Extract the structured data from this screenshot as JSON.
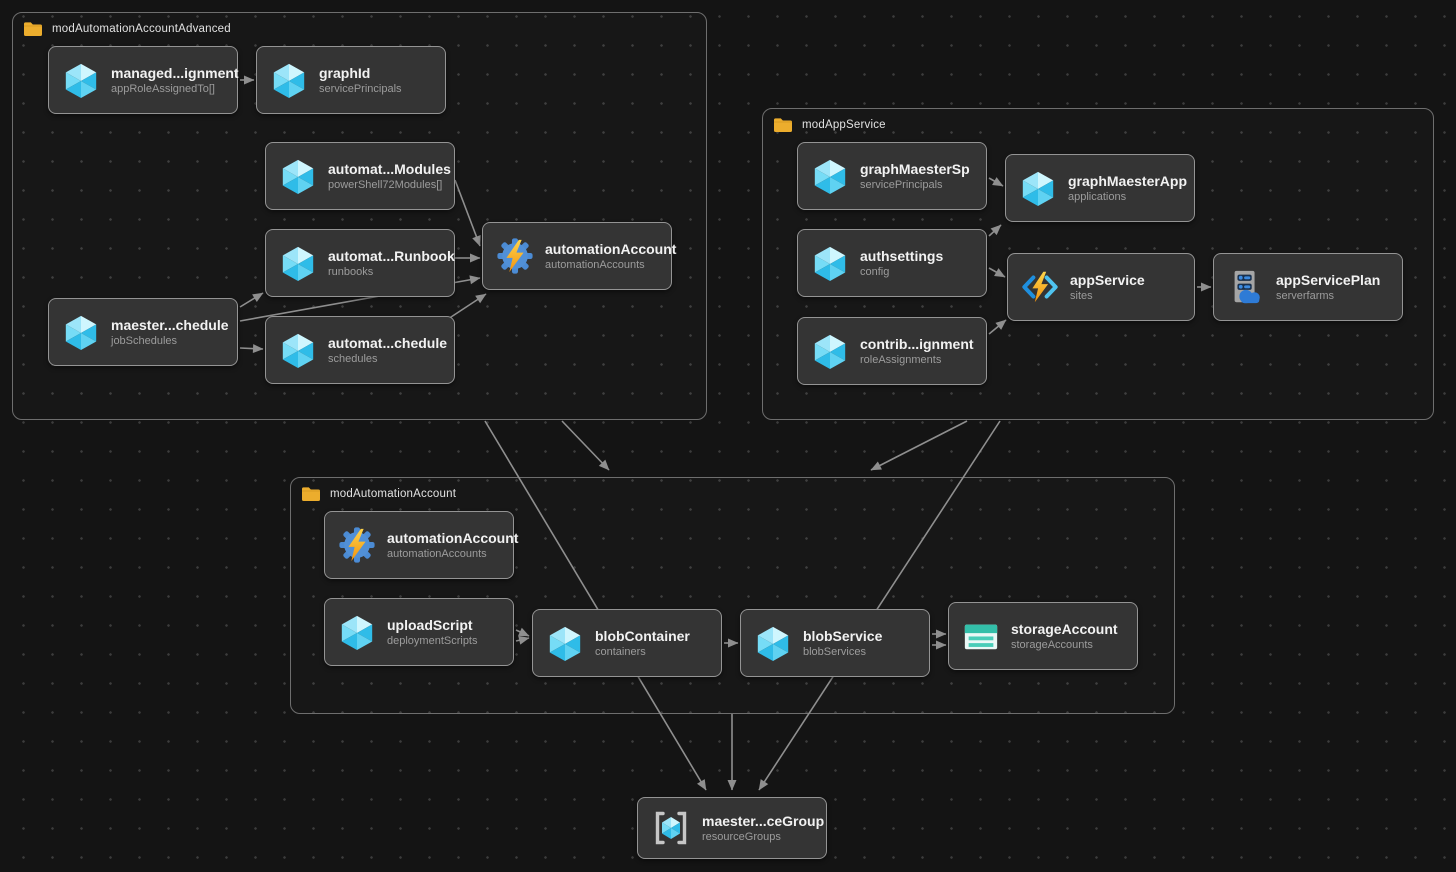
{
  "diagram": {
    "groups": [
      {
        "label": "modAutomationAccountAdvanced"
      },
      {
        "label": "modAppService"
      },
      {
        "label": "modAutomationAccount"
      }
    ],
    "nodes": [
      {
        "label": "managed...ignment",
        "sublabel": "appRoleAssignedTo[]",
        "icon": "azure-cube"
      },
      {
        "label": "graphId",
        "sublabel": "servicePrincipals",
        "icon": "azure-cube"
      },
      {
        "label": "automat...Modules",
        "sublabel": "powerShell72Modules[]",
        "icon": "azure-cube"
      },
      {
        "label": "automat...Runbook",
        "sublabel": "runbooks",
        "icon": "azure-cube"
      },
      {
        "label": "automationAccount",
        "sublabel": "automationAccounts",
        "icon": "automation-account"
      },
      {
        "label": "maester...chedule",
        "sublabel": "jobSchedules",
        "icon": "azure-cube"
      },
      {
        "label": "automat...chedule",
        "sublabel": "schedules",
        "icon": "azure-cube"
      },
      {
        "label": "graphMaesterSp",
        "sublabel": "servicePrincipals",
        "icon": "azure-cube"
      },
      {
        "label": "graphMaesterApp",
        "sublabel": "applications",
        "icon": "azure-cube"
      },
      {
        "label": "authsettings",
        "sublabel": "config",
        "icon": "azure-cube"
      },
      {
        "label": "appService",
        "sublabel": "sites",
        "icon": "app-service"
      },
      {
        "label": "appServicePlan",
        "sublabel": "serverfarms",
        "icon": "app-service-plan"
      },
      {
        "label": "contrib...ignment",
        "sublabel": "roleAssignments",
        "icon": "azure-cube"
      },
      {
        "label": "automationAccount",
        "sublabel": "automationAccounts",
        "icon": "automation-account"
      },
      {
        "label": "uploadScript",
        "sublabel": "deploymentScripts",
        "icon": "azure-cube"
      },
      {
        "label": "blobContainer",
        "sublabel": "containers",
        "icon": "azure-cube"
      },
      {
        "label": "blobService",
        "sublabel": "blobServices",
        "icon": "azure-cube"
      },
      {
        "label": "storageAccount",
        "sublabel": "storageAccounts",
        "icon": "storage-account"
      },
      {
        "label": "maester...ceGroup",
        "sublabel": "resourceGroups",
        "icon": "resource-group"
      }
    ],
    "edges": [
      {
        "from": "managed...ignment",
        "to": "graphId"
      },
      {
        "from": "automat...Modules",
        "to": "automationAccount"
      },
      {
        "from": "automat...Runbook",
        "to": "automationAccount"
      },
      {
        "from": "maester...chedule",
        "to": "automat...Runbook"
      },
      {
        "from": "maester...chedule",
        "to": "automationAccount"
      },
      {
        "from": "maester...chedule",
        "to": "automat...chedule"
      },
      {
        "from": "automat...chedule",
        "to": "automationAccount"
      },
      {
        "from": "graphMaesterSp",
        "to": "graphMaesterApp"
      },
      {
        "from": "authsettings",
        "to": "graphMaesterApp"
      },
      {
        "from": "authsettings",
        "to": "appService"
      },
      {
        "from": "contrib...ignment",
        "to": "appService"
      },
      {
        "from": "appService",
        "to": "appServicePlan"
      },
      {
        "from": "uploadScript",
        "to": "blobContainer"
      },
      {
        "from": "blobContainer",
        "to": "blobService"
      },
      {
        "from": "blobService",
        "to": "storageAccount"
      },
      {
        "from": "modAutomationAccountAdvanced",
        "to": "modAutomationAccount"
      },
      {
        "from": "modAutomationAccountAdvanced",
        "to": "maester...ceGroup"
      },
      {
        "from": "modAppService",
        "to": "modAutomationAccount"
      },
      {
        "from": "modAppService",
        "to": "maester...ceGroup"
      },
      {
        "from": "modAutomationAccount",
        "to": "maester...ceGroup"
      }
    ],
    "colors": {
      "canvas_bg": "#141414",
      "grid_dot": "#3c3c3c",
      "node_bg": "#343434",
      "node_border": "#949494",
      "group_border": "#6e6e6e",
      "edge": "#8f8f8f",
      "title_text": "#f2f2f2",
      "subtitle_text": "#9c9c9c",
      "folder_yellow": "#ECAD2D",
      "cube_cyan": "#2FBCE8",
      "bolt_yellow": "#FFD44A",
      "gear_blue": "#4B8BD4",
      "storage_teal": "#33BFA9"
    }
  }
}
